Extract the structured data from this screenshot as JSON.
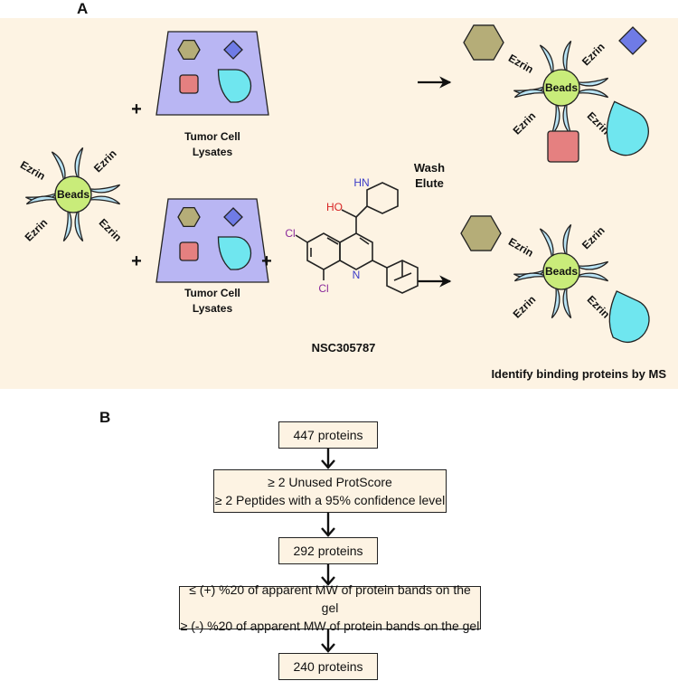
{
  "panel_a": {
    "letter": "A",
    "background_color": "#fdf3e3",
    "ezrin_label": "Ezrin",
    "beads_label": "Beads",
    "lysate_label_line1": "Tumor Cell",
    "lysate_label_line2": "Lysates",
    "plus_sign": "+",
    "wash_label": "Wash",
    "elute_label": "Elute",
    "compound_name": "NSC305787",
    "atom_cl": "Cl",
    "atom_n": "N",
    "atom_nh": "HN",
    "atom_ho": "HO",
    "identify_label": "Identify binding proteins by MS",
    "colors": {
      "ezrin_fill": "#b9e3f4",
      "beads_fill": "#c9ec7a",
      "lysate_fill": "#b9b6f3",
      "hexagon_fill": "#b5ad78",
      "diamond_fill": "#6f7be6",
      "square_fill": "#e58080",
      "drop_fill": "#6fe6ef"
    }
  },
  "panel_b": {
    "letter": "B",
    "steps": [
      {
        "lines": [
          "447 proteins"
        ]
      },
      {
        "lines": [
          "≥ 2 Unused ProtScore",
          "≥ 2 Peptides with a 95% confidence level"
        ]
      },
      {
        "lines": [
          "292 proteins"
        ]
      },
      {
        "lines": [
          "≤ (+) %20 of apparent MW of protein bands on the gel",
          "≥ (-) %20 of apparent MW of protein bands on the gel"
        ]
      },
      {
        "lines": [
          "240 proteins"
        ]
      }
    ]
  }
}
